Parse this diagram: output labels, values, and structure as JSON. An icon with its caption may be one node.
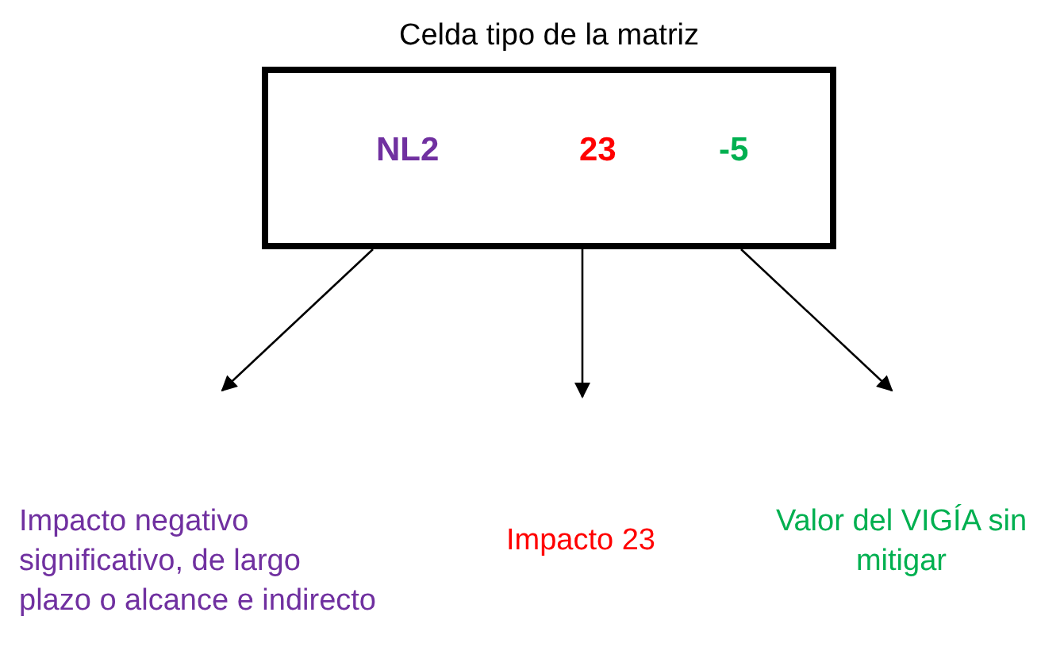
{
  "diagram": {
    "nodes": [
      {
        "text": [
          "Celda tipo de la matriz"
        ]
      },
      {
        "text": [
          "NL2"
        ],
        "in": 0
      },
      {
        "text": [
          "23"
        ],
        "in": 0
      },
      {
        "text": [
          "-5"
        ],
        "in": 0
      },
      {
        "text": [
          "Impacto negativo significativo, de largo plazo o alcance e indirecto"
        ]
      },
      {
        "text": [
          "Impacto 23"
        ]
      },
      {
        "text": [
          "Valor del VIGÍA sin mitigar"
        ]
      }
    ],
    "edges": [
      {
        "from": 0,
        "to": 4,
        "arrow": "to"
      },
      {
        "from": 0,
        "to": 5,
        "arrow": "to"
      },
      {
        "from": 0,
        "to": 6,
        "arrow": "to"
      }
    ]
  }
}
